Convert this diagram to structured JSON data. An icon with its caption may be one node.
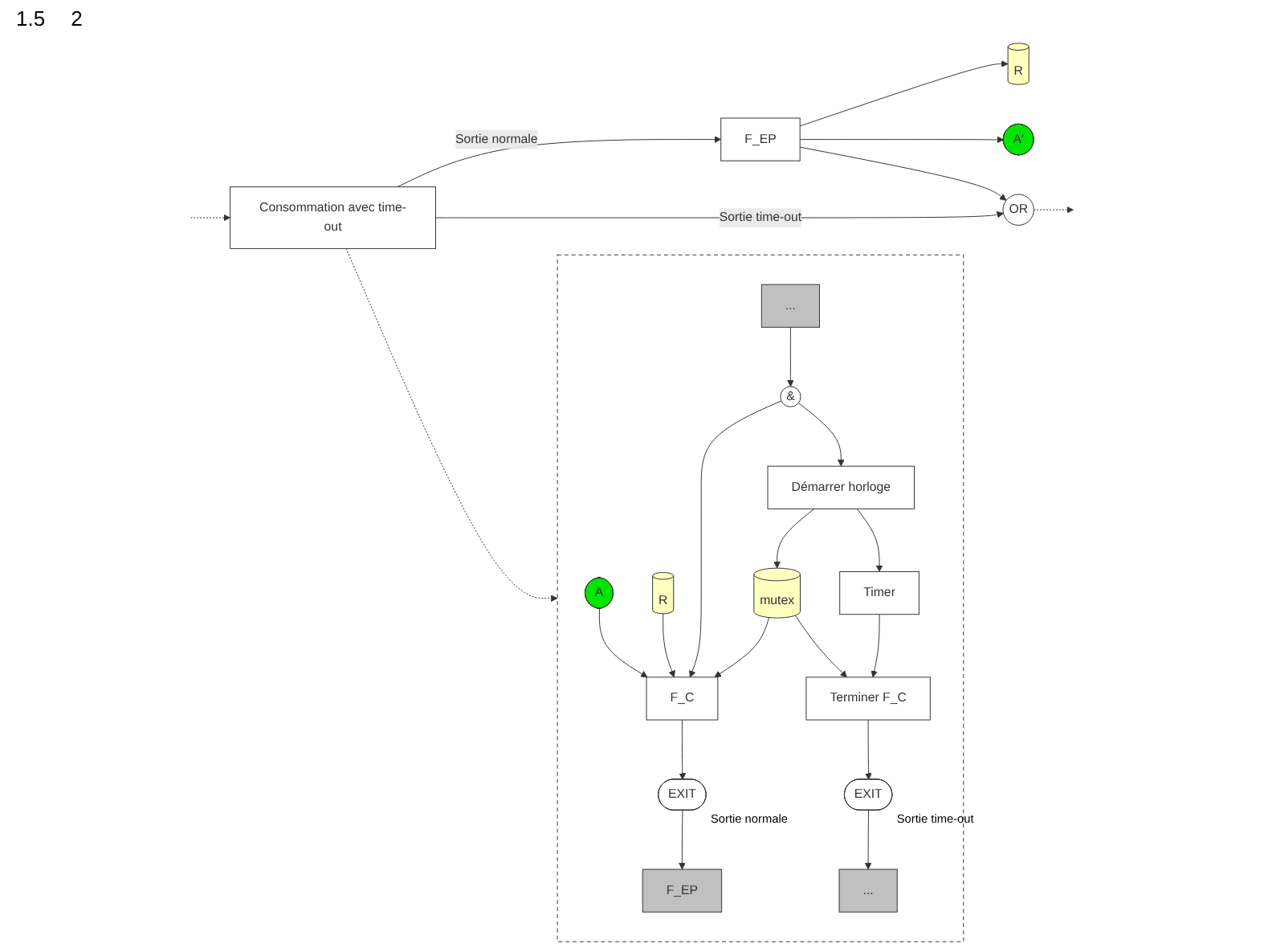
{
  "diagram": {
    "nodes": [
      {
        "text": [
          "Consommation avec time-out"
        ]
      },
      {
        "text": [
          "R"
        ]
      },
      {
        "text": [
          "A'"
        ]
      },
      {
        "text": [
          "F_EP"
        ]
      },
      {
        "text": [
          "OR"
        ]
      },
      {
        "text": [],
        "shape": "box"
      },
      {
        "text": [
          "A"
        ],
        "in": 5
      },
      {
        "text": [
          "R"
        ],
        "in": 5
      },
      {
        "text": [
          "F_C"
        ],
        "in": 5
      },
      {
        "text": [
          "EXIT"
        ],
        "in": 5,
        "beside": [
          "Sortie normale"
        ]
      },
      {
        "text": [
          "F_EP"
        ],
        "in": 5
      },
      {
        "text": [
          "..."
        ],
        "in": 5
      },
      {
        "text": [
          "&"
        ],
        "in": 5
      },
      {
        "text": [
          "mutex"
        ],
        "in": 5
      },
      {
        "text": [
          "Démarrer horloge"
        ],
        "in": 5
      },
      {
        "text": [
          "Timer"
        ],
        "in": 5
      },
      {
        "text": [
          "Terminer F_C"
        ],
        "in": 5
      },
      {
        "text": [
          "EXIT"
        ],
        "in": 5,
        "beside": [
          "Sortie time-out"
        ]
      },
      {
        "text": [
          "..."
        ],
        "in": 5
      }
    ],
    "edges": [
      {
        "from": null,
        "to": 0,
        "arrow": "to",
        "style": "dashed"
      },
      {
        "from": 0,
        "to": 3,
        "arrow": "to",
        "label": "Sortie normale"
      },
      {
        "from": 0,
        "to": 4,
        "arrow": "to",
        "label": "Sortie time-out"
      },
      {
        "from": 3,
        "to": 1,
        "arrow": "to"
      },
      {
        "from": 3,
        "to": 2,
        "arrow": "to"
      },
      {
        "from": 3,
        "to": 4,
        "arrow": "to"
      },
      {
        "from": 4,
        "to": null,
        "arrow": "to",
        "style": "dashed"
      },
      {
        "from": 0,
        "to": 5,
        "arrow": "to",
        "style": "dashed"
      },
      {
        "from": 6,
        "to": 8,
        "arrow": "to"
      },
      {
        "from": 7,
        "to": 8,
        "arrow": "to"
      },
      {
        "from": 8,
        "to": 9,
        "arrow": "to"
      },
      {
        "from": 9,
        "to": 10,
        "arrow": "to"
      },
      {
        "from": 11,
        "to": 12,
        "arrow": "to"
      },
      {
        "from": 12,
        "to": 8,
        "arrow": "to"
      },
      {
        "from": 12,
        "to": 14,
        "arrow": "to"
      },
      {
        "from": 14,
        "to": 13,
        "arrow": "to"
      },
      {
        "from": 13,
        "to": 8,
        "arrow": "to"
      },
      {
        "from": 13,
        "to": 16,
        "arrow": "to"
      },
      {
        "from": 14,
        "to": 15,
        "arrow": "to"
      },
      {
        "from": 15,
        "to": 16,
        "arrow": "to"
      },
      {
        "from": 16,
        "to": 17,
        "arrow": "to"
      },
      {
        "from": 17,
        "to": 18,
        "arrow": "to"
      }
    ],
    "labels": [
      "1.5",
      "2"
    ]
  }
}
